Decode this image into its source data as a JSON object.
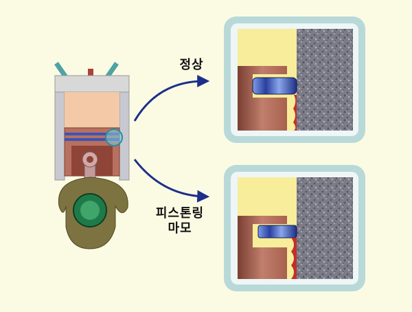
{
  "labels": {
    "normal": "정상",
    "wear_line1": "피스톤링",
    "wear_line2": "마모"
  },
  "colors": {
    "background": "#fbfbe4",
    "panel_frame": "#b9d9d9",
    "cylinder_gas": "#f7ed9a",
    "piston": "#b8705f",
    "ring": "#3a54b8",
    "oil_film": "#c0302a",
    "cylinder_wall": "#8a8a96",
    "arrow": "#1d2f8a",
    "crank": "#7d7340",
    "crank_gear": "#1f7a4a",
    "valve": "#4fa3a3",
    "combustion_chamber": "#f3c9a8"
  },
  "panels": [
    {
      "name": "normal",
      "ring_state": "normal"
    },
    {
      "name": "ring-wear",
      "ring_state": "worn"
    }
  ]
}
